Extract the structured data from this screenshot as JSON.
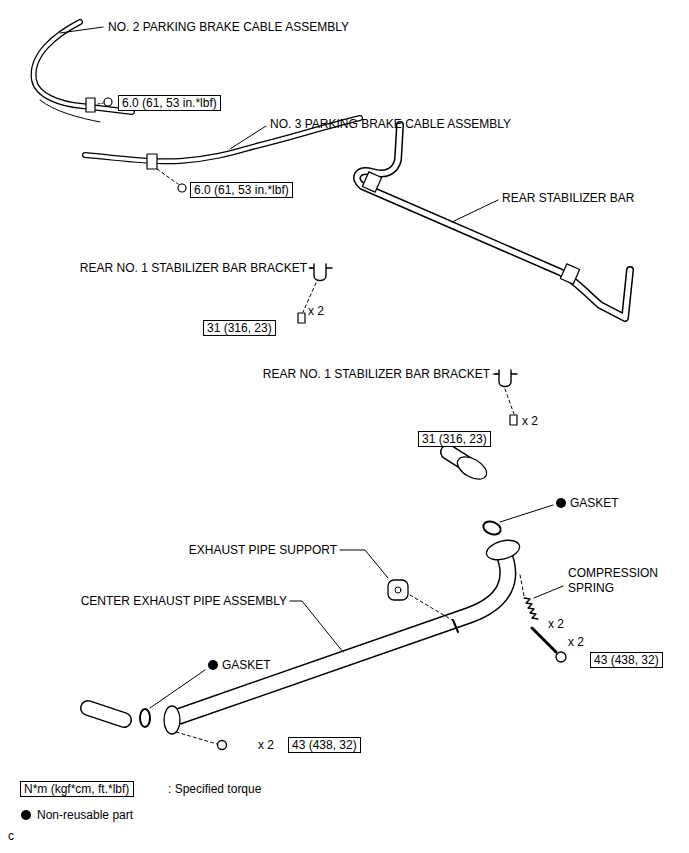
{
  "diagram": {
    "nodes": [
      {
        "text": [
          "6.0 (61, 53 in.*lbf)"
        ]
      },
      {
        "text": [
          "6.0 (61, 53 in.*lbf)"
        ]
      },
      {
        "text": [
          "31 (316, 23)"
        ]
      },
      {
        "text": [
          "31 (316, 23)"
        ]
      },
      {
        "text": [
          "43 (438, 32)"
        ]
      },
      {
        "text": [
          "43 (438, 32)"
        ]
      },
      {
        "text": [
          "N*m (kgf*cm, ft.*lbf)"
        ]
      }
    ],
    "labels": [
      "NO. 2 PARKING BRAKE CABLE ASSEMBLY",
      "NO. 3 PARKING BRAKE CABLE ASSEMBLY",
      "REAR STABILIZER BAR",
      "REAR NO. 1 STABILIZER BAR BRACKET",
      "x 2",
      "REAR NO. 1 STABILIZER BAR BRACKET",
      "x 2",
      "GASKET",
      "EXHAUST PIPE SUPPORT",
      "CENTER EXHAUST PIPE ASSEMBLY",
      "COMPRESSION SPRING",
      "x 2",
      "x 2",
      "GASKET",
      "x 2",
      ": Specified torque",
      "c"
    ],
    "legend": [
      {
        "text": "Non-reusable part"
      }
    ]
  }
}
